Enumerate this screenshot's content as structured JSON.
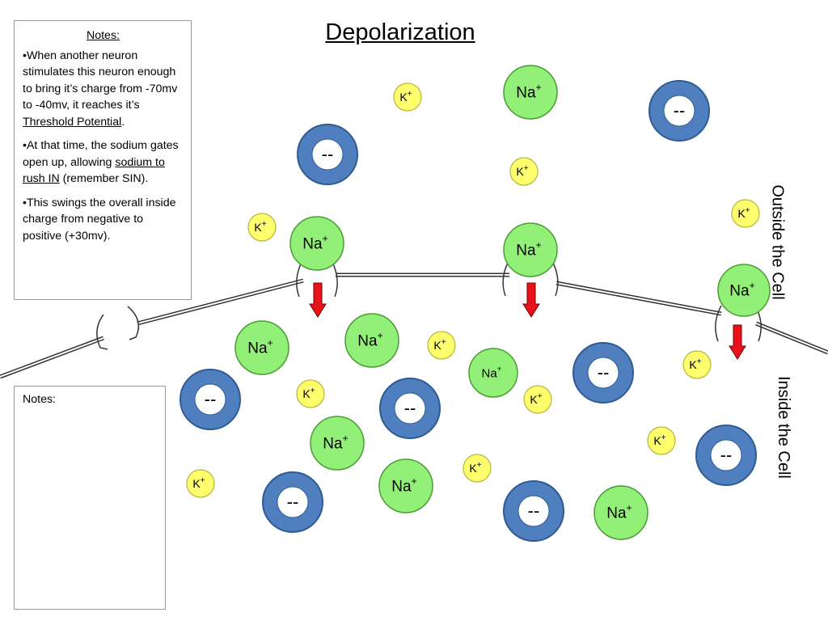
{
  "title": "Depolarization",
  "notes": {
    "heading": "Notes:",
    "p1_a": "•When another neuron stimulates this neuron enough to bring it’s charge from -70mv to -40mv, it reaches it’s ",
    "p1_link": "Threshold Potential",
    "p1_b": ".",
    "p2_a": "•At that time, the sodium gates open up, allowing ",
    "p2_link": "sodium to rush IN",
    "p2_b": " (remember SIN).",
    "p3": "•This swings the overall inside charge from negative to positive (+30mv)."
  },
  "notes2": {
    "heading": "Notes:"
  },
  "labels": {
    "outside": "Outside the Cell",
    "inside": "Inside the Cell"
  },
  "ions": {
    "na_label": "Na",
    "k_label": "K",
    "plus": "+",
    "anion_label": "--"
  },
  "colors": {
    "sodium": "#92f078",
    "potassium": "#ffff6e",
    "anion": "#4f7fbf",
    "arrow": "#e8121a",
    "membrane": "#333333"
  }
}
